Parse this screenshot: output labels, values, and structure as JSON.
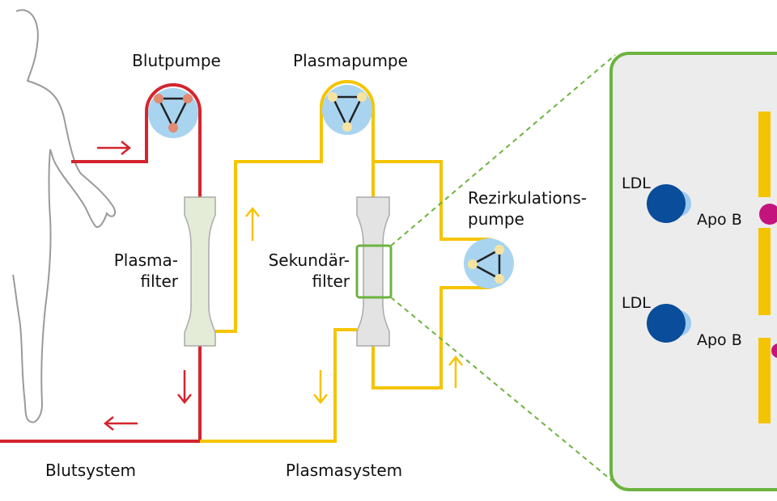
{
  "labels": {
    "blood_pump": "Blutpumpe",
    "plasma_pump": "Plasmapumpe",
    "recirc_pump_1": "Rezirkulations-",
    "recirc_pump_2": "pumpe",
    "plasma_filter_1": "Plasma-",
    "plasma_filter_2": "filter",
    "secondary_filter_1": "Sekundär-",
    "secondary_filter_2": "filter",
    "blood_system": "Blutsystem",
    "plasma_system": "Plasmasystem",
    "ldl_1": "LDL",
    "apo_b_1": "Apo B",
    "ldl_2": "LDL",
    "apo_b_2": "Apo B"
  },
  "colors": {
    "blood": "#d3252f",
    "plasma": "#f5c400",
    "pump_fill": "#a8d4f0",
    "blood_roller": "#e28a72",
    "plasma_roller": "#f7e3a0",
    "filter_plasma": "#e4ecd8",
    "filter_secondary": "#e3e3e3",
    "zoom_frame": "#6cb33f",
    "zoom_bg": "#ececec",
    "ldl": "#0a4d9a",
    "apo_b": "#9cc9ef",
    "membrane": "#f5c400",
    "binding": "#c5137e"
  }
}
